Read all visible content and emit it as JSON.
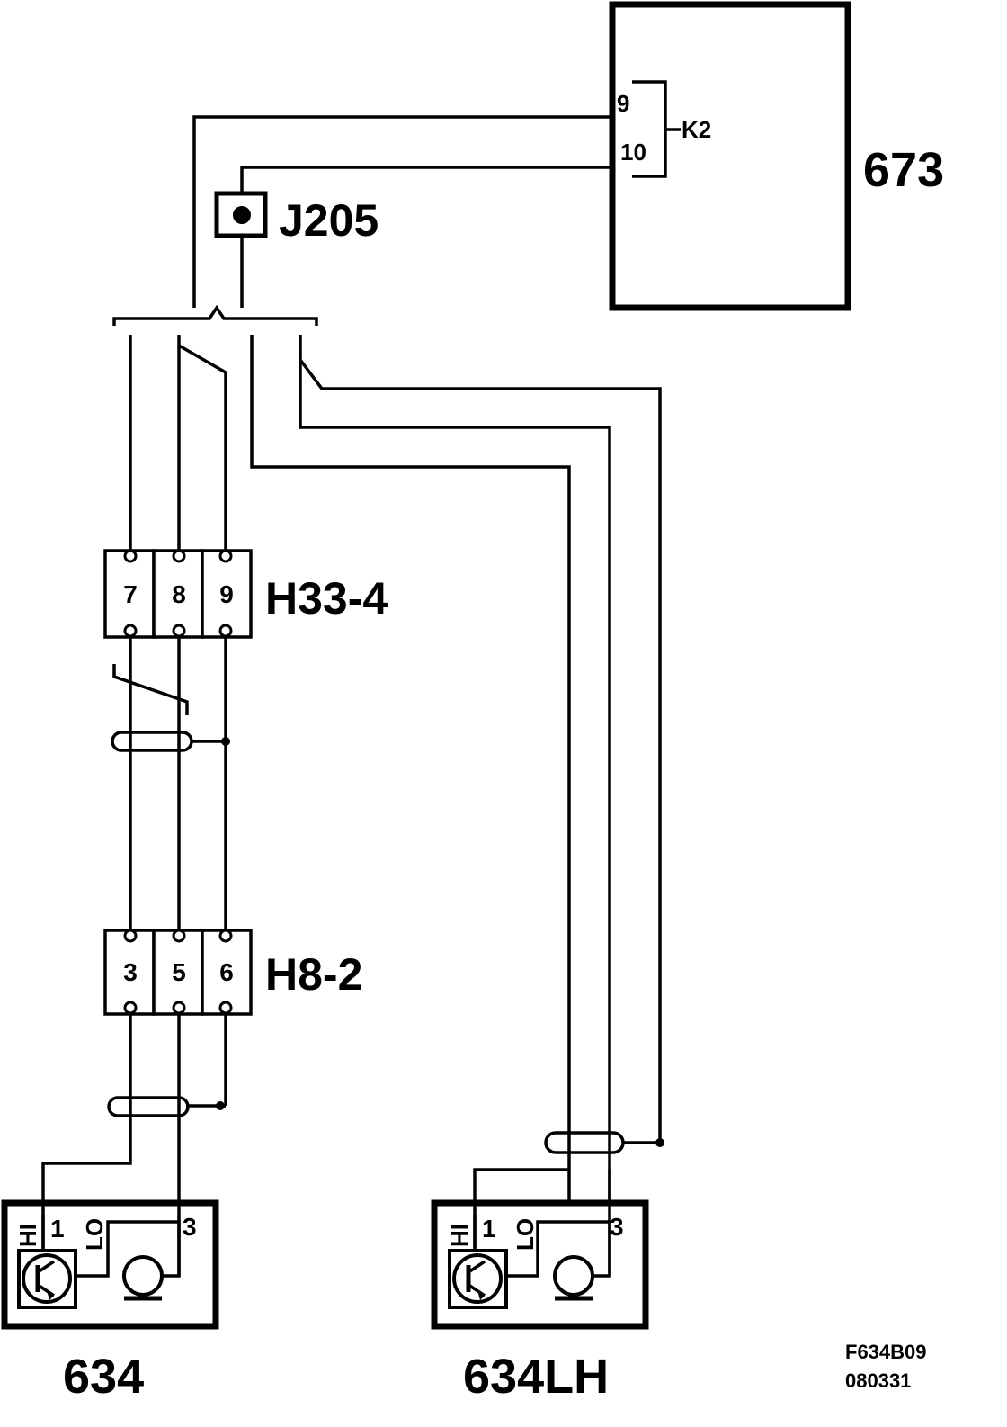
{
  "components": {
    "ecu": {
      "label": "673",
      "pin_9": "9",
      "pin_10": "10",
      "connector": "K2"
    },
    "junction": {
      "label": "J205"
    },
    "connector_upper": {
      "label": "H33-4",
      "pins": [
        "7",
        "8",
        "9"
      ]
    },
    "connector_lower": {
      "label": "H8-2",
      "pins": [
        "3",
        "5",
        "6"
      ]
    },
    "sensor_left": {
      "label": "634",
      "pin_1": "1",
      "pin_3": "3",
      "hi": "HI",
      "lo": "LO"
    },
    "sensor_right": {
      "label": "634LH",
      "pin_1": "1",
      "pin_3": "3",
      "hi": "HI",
      "lo": "LO"
    }
  },
  "footer": {
    "code": "F634B09",
    "date": "080331"
  }
}
